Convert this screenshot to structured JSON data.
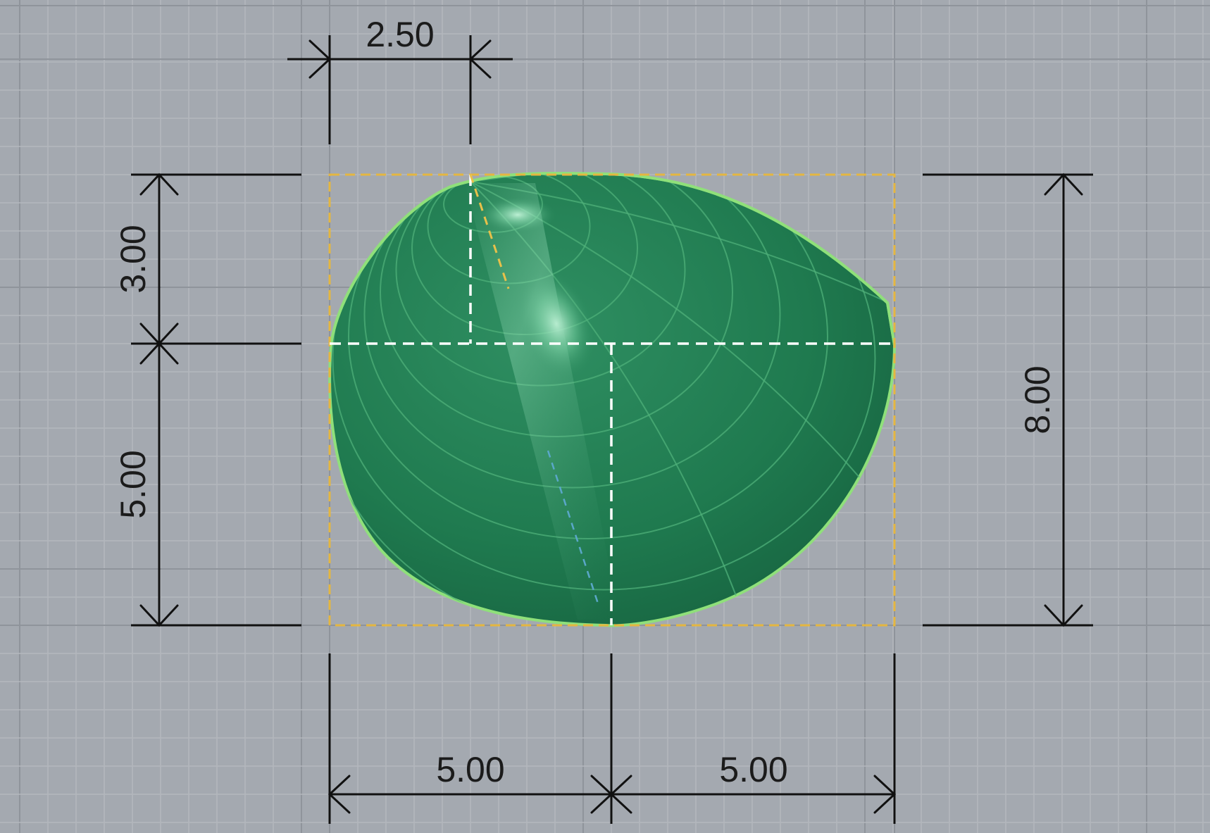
{
  "viewport": {
    "background_color": "#a4a9b0",
    "surface_color": "#1f7a4f",
    "edge_color": "#8fe07a",
    "bounding_box_color": "#e4b640",
    "dimension_line_color": "#111111"
  },
  "dimensions": {
    "top_offset": "2.50",
    "left_upper": "3.00",
    "left_lower": "5.00",
    "right_total": "8.00",
    "bottom_left": "5.00",
    "bottom_right": "5.00"
  }
}
